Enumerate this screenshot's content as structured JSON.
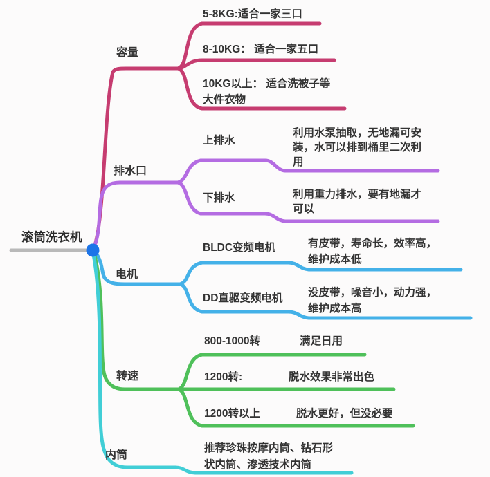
{
  "colors": {
    "root_line": "#b9b9b9",
    "root_dot": "#1d74e8",
    "text": "#333333",
    "background": "#fcfbfb"
  },
  "root": {
    "label": "滚筒洗衣机"
  },
  "branches": [
    {
      "label": "容量",
      "color": "#c63c70",
      "children": [
        {
          "label": "5-8KG:适合一家三口",
          "desc": ""
        },
        {
          "label": "8-10KG： 适合一家五口",
          "desc": ""
        },
        {
          "label": "10KG以上： 适合洗被子等\n大件衣物",
          "desc": ""
        }
      ]
    },
    {
      "label": "排水口",
      "color": "#b46ce2",
      "children": [
        {
          "label": "上排水",
          "desc": "利用水泵抽取，无地漏可安\n装，水可以排到桶里二次利\n用"
        },
        {
          "label": "下排水",
          "desc": "利用重力排水，要有地漏才\n可以"
        }
      ]
    },
    {
      "label": "电机",
      "color": "#44b1e8",
      "children": [
        {
          "label": "BLDC变频电机",
          "desc": "有皮带，寿命长，效率高，\n维护成本低"
        },
        {
          "label": "DD直驱变频电机",
          "desc": "没皮带，噪音小，动力强，\n维护成本高"
        }
      ]
    },
    {
      "label": "转速",
      "color": "#4fc05a",
      "children": [
        {
          "label": "800-1000转",
          "desc": "满足日用"
        },
        {
          "label": "1200转:",
          "desc": "脱水效果非常出色"
        },
        {
          "label": "1200转以上",
          "desc": "脱水更好，但没必要"
        }
      ]
    },
    {
      "label": "内筒",
      "color": "#41ced6",
      "children": [
        {
          "label": "推荐珍珠按摩内筒、钻石形\n状内筒、渗透技术内筒",
          "desc": ""
        }
      ]
    }
  ]
}
